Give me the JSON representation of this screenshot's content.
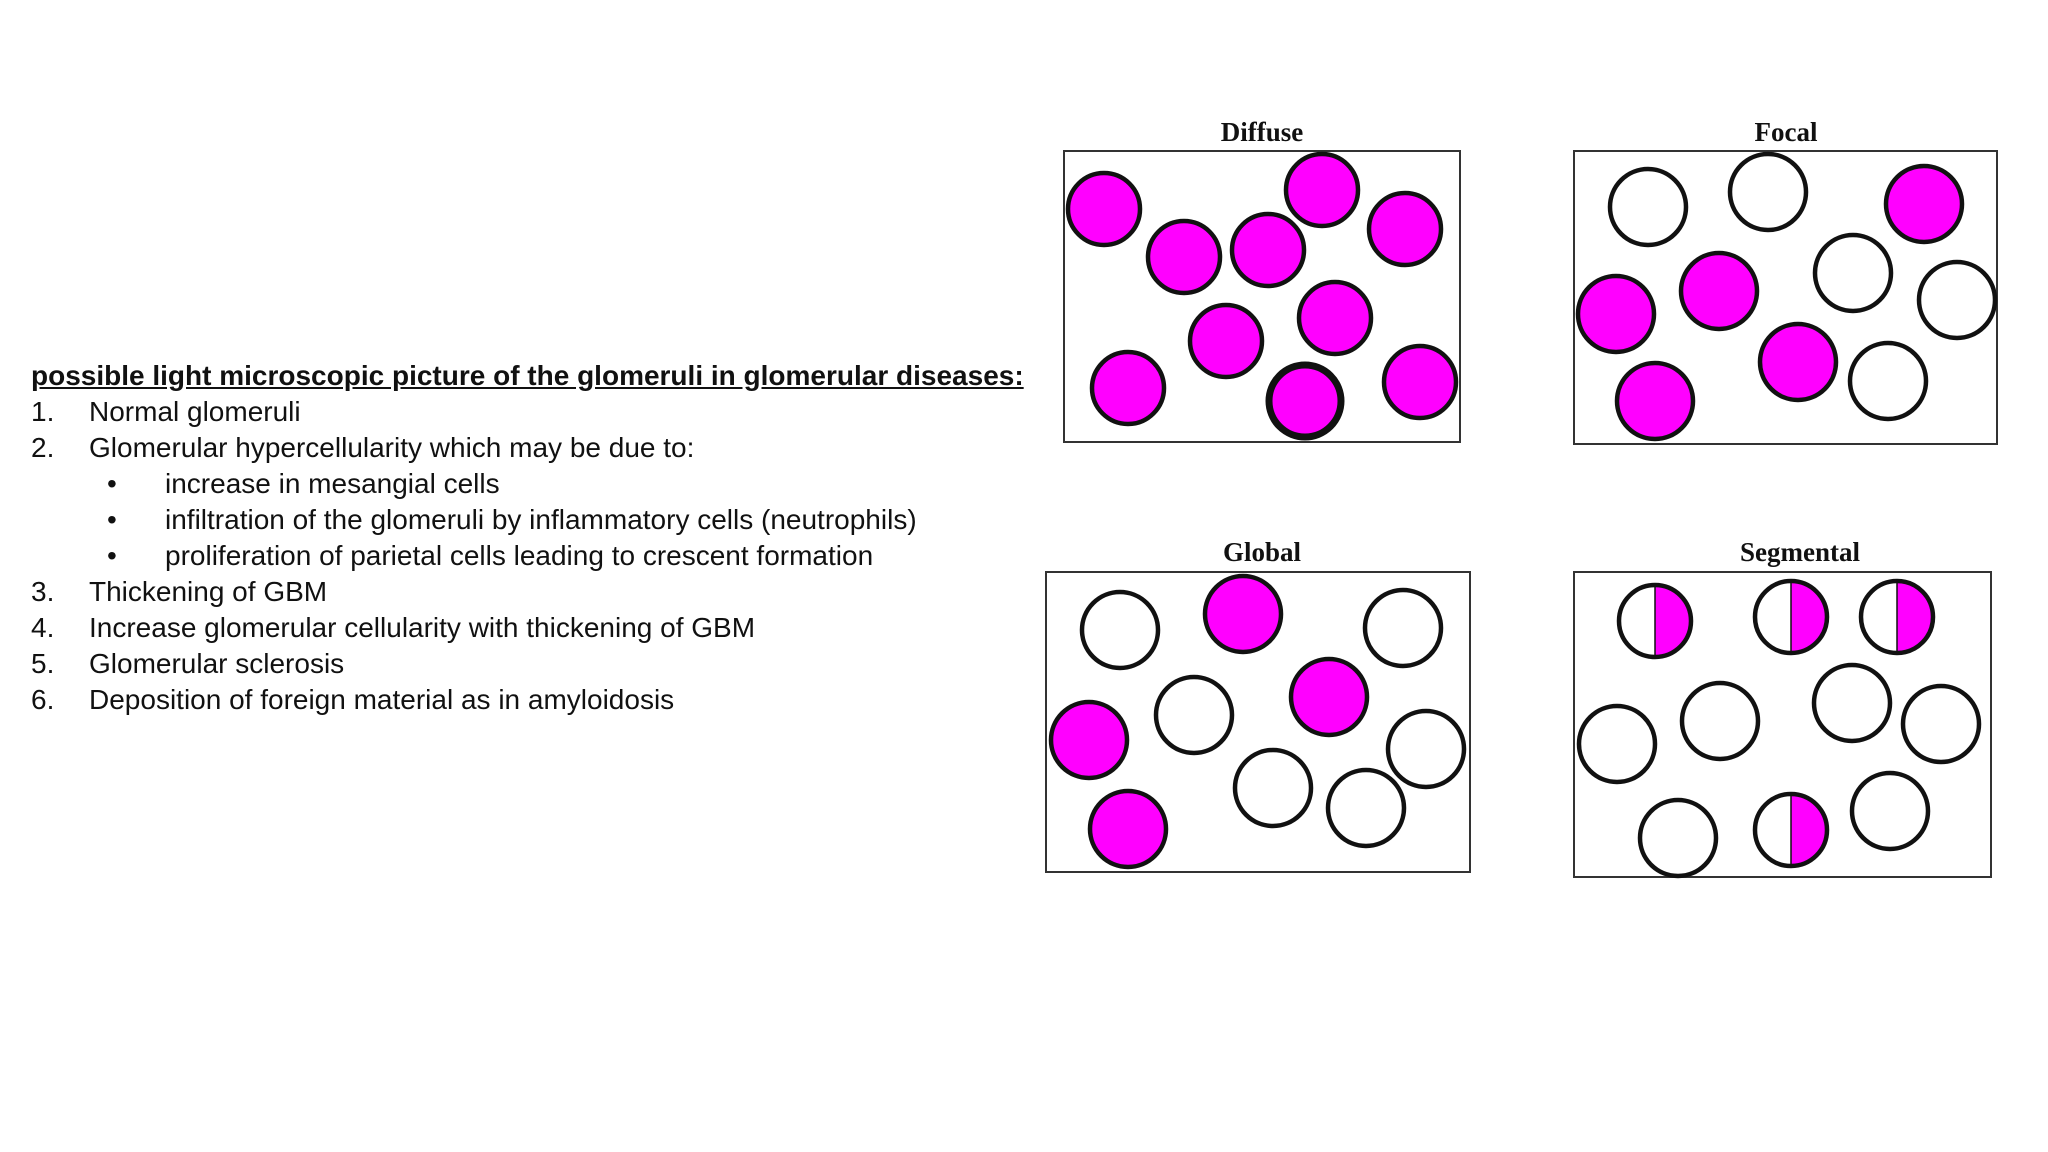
{
  "text": {
    "heading": "possible light microscopic picture of the glomeruli in glomerular diseases:",
    "items": [
      {
        "num": "1.",
        "label": "Normal glomeruli"
      },
      {
        "num": "2.",
        "label": "Glomerular hypercellularity which may be due to:"
      },
      {
        "num": "3.",
        "label": "Thickening of GBM"
      },
      {
        "num": "4.",
        "label": "Increase glomerular cellularity with thickening of GBM"
      },
      {
        "num": "5.",
        "label": "Glomerular sclerosis"
      },
      {
        "num": "6.",
        "label": "Deposition of foreign material as in amyloidosis"
      }
    ],
    "bullet_symbol": "•",
    "subitems": [
      "increase in mesangial cells",
      "infiltration of the glomeruli by inflammatory cells (neutrophils)",
      "proliferation of parietal cells leading to crescent formation"
    ]
  },
  "diagram": {
    "colors": {
      "stained": "#ff00ff",
      "outline": "#111111",
      "empty": "#ffffff"
    },
    "panels": [
      {
        "title": "Diffuse",
        "glomeruli": [
          "full",
          "full",
          "full",
          "full",
          "full",
          "full",
          "full",
          "full",
          "full",
          "full"
        ]
      },
      {
        "title": "Focal",
        "glomeruli": [
          "empty",
          "empty",
          "full",
          "full",
          "full",
          "empty",
          "empty",
          "full",
          "full",
          "empty"
        ]
      },
      {
        "title": "Global",
        "glomeruli": [
          "empty",
          "full",
          "empty",
          "empty",
          "full",
          "full",
          "empty",
          "empty",
          "full",
          "empty"
        ]
      },
      {
        "title": "Segmental",
        "glomeruli": [
          "half",
          "half",
          "half",
          "empty",
          "empty",
          "empty",
          "empty",
          "empty",
          "half",
          "empty"
        ]
      }
    ]
  }
}
